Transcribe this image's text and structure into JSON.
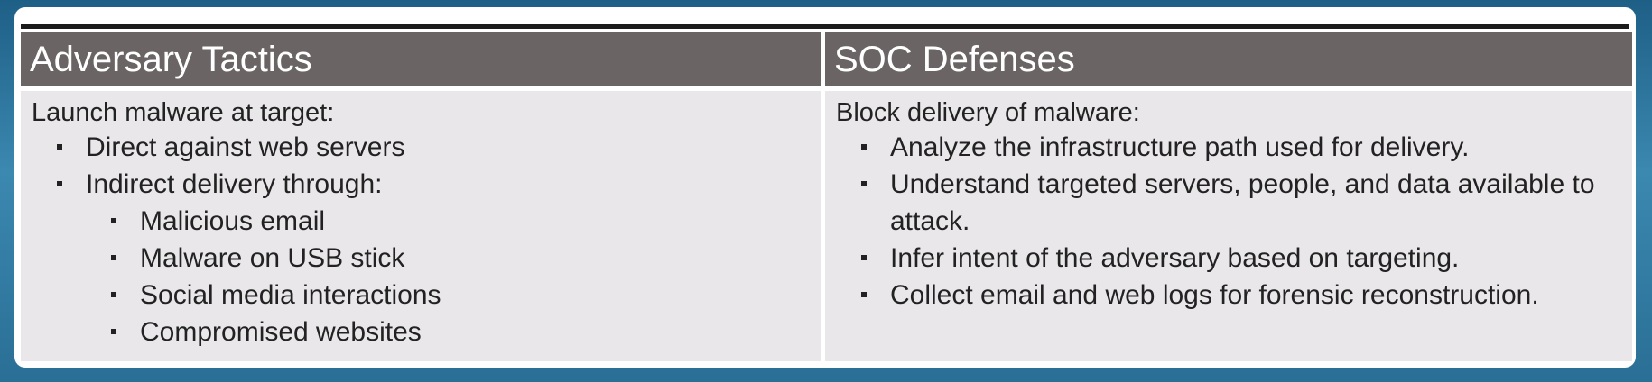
{
  "table": {
    "columns": [
      {
        "header": "Adversary Tactics",
        "lead": "Launch malware at target:",
        "items": [
          {
            "text": "Direct against web servers",
            "level": 1
          },
          {
            "text": "Indirect delivery through:",
            "level": 1
          },
          {
            "text": "Malicious email",
            "level": 2
          },
          {
            "text": "Malware on USB stick",
            "level": 2
          },
          {
            "text": "Social media interactions",
            "level": 2
          },
          {
            "text": "Compromised websites",
            "level": 2
          }
        ]
      },
      {
        "header": "SOC Defenses",
        "lead": "Block delivery of malware:",
        "items": [
          {
            "text": "Analyze the infrastructure path used for delivery.",
            "level": 1
          },
          {
            "text": "Understand targeted servers, people, and data available to attack.",
            "level": 1
          },
          {
            "text": "Infer intent of the adversary based on targeting.",
            "level": 1
          },
          {
            "text": "Collect email and web logs for forensic reconstruction.",
            "level": 1
          }
        ]
      }
    ]
  }
}
